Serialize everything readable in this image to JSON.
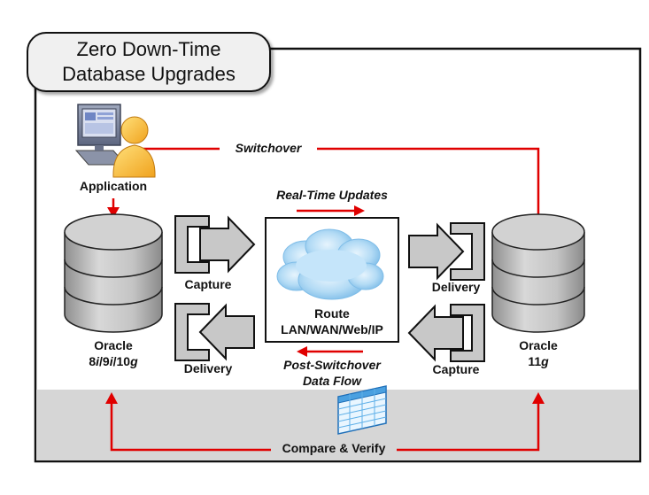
{
  "title": {
    "line1": "Zero Down-Time",
    "line2": "Database Upgrades"
  },
  "application": {
    "label": "Application"
  },
  "switchover": {
    "label": "Switchover"
  },
  "source_db": {
    "name": "Oracle",
    "version_prefix": "8",
    "version_i1": "i",
    "version_sep1": "/9",
    "version_i2": "i",
    "version_sep2": "/10",
    "version_g": "g"
  },
  "target_db": {
    "name": "Oracle",
    "version_num": "11",
    "version_g": "g"
  },
  "left_top_arrow": {
    "label": "Capture"
  },
  "left_bottom_arrow": {
    "label": "Delivery"
  },
  "right_top_arrow": {
    "label": "Delivery"
  },
  "right_bottom_arrow": {
    "label": "Capture"
  },
  "realtime": {
    "label": "Real-Time Updates"
  },
  "route": {
    "line1": "Route",
    "line2": "LAN/WAN/Web/IP"
  },
  "post_switchover": {
    "line1": "Post-Switchover",
    "line2": "Data Flow"
  },
  "compare": {
    "label": "Compare & Verify"
  },
  "colors": {
    "accent": "#e00000",
    "cylinder": "#c0c0c0",
    "band": "#d6d6d6",
    "cloud": "#a9d4f2"
  }
}
